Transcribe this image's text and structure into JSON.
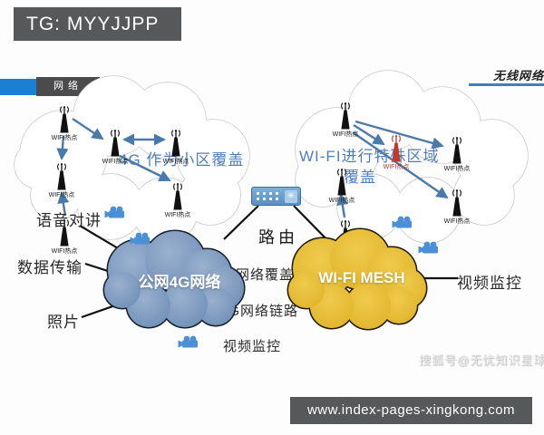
{
  "banner": {
    "tg": "TG: MYYJJPP"
  },
  "header": {
    "wireless_title": "无线网络",
    "network_tab": "网络"
  },
  "diagram": {
    "hotspot_label": "WIFI热点",
    "left_note": "4G 作为小区覆盖",
    "right_note_line1": "WI-FI进行特殊区域",
    "right_note_line2": "覆盖",
    "router_label": "路由",
    "cloud_4g_title": "公网4G网络",
    "cloud_mesh_title": "WI-FI MESH",
    "voice_intercom": "语音对讲",
    "data_transfer": "数据传输",
    "photo": "照片",
    "coverage_4g": "4G网络覆盖",
    "link_4g": "4G网络链路",
    "video_monitor_mid": "视频监控",
    "video_monitor_right": "视频监控"
  },
  "footer": {
    "watermark": "搜狐号@无忧知识星球",
    "site_url": "www.index-pages-xingkong.com"
  },
  "colors": {
    "accent_blue": "#1b7fd4",
    "note_blue": "#4f7fbc",
    "arrow_blue": "#4a7aa8",
    "cloud_blue": "#7e9dc4",
    "cloud_yellow": "#e6be37",
    "banner_gray": "#57585a",
    "antenna_red": "#c0392b"
  }
}
